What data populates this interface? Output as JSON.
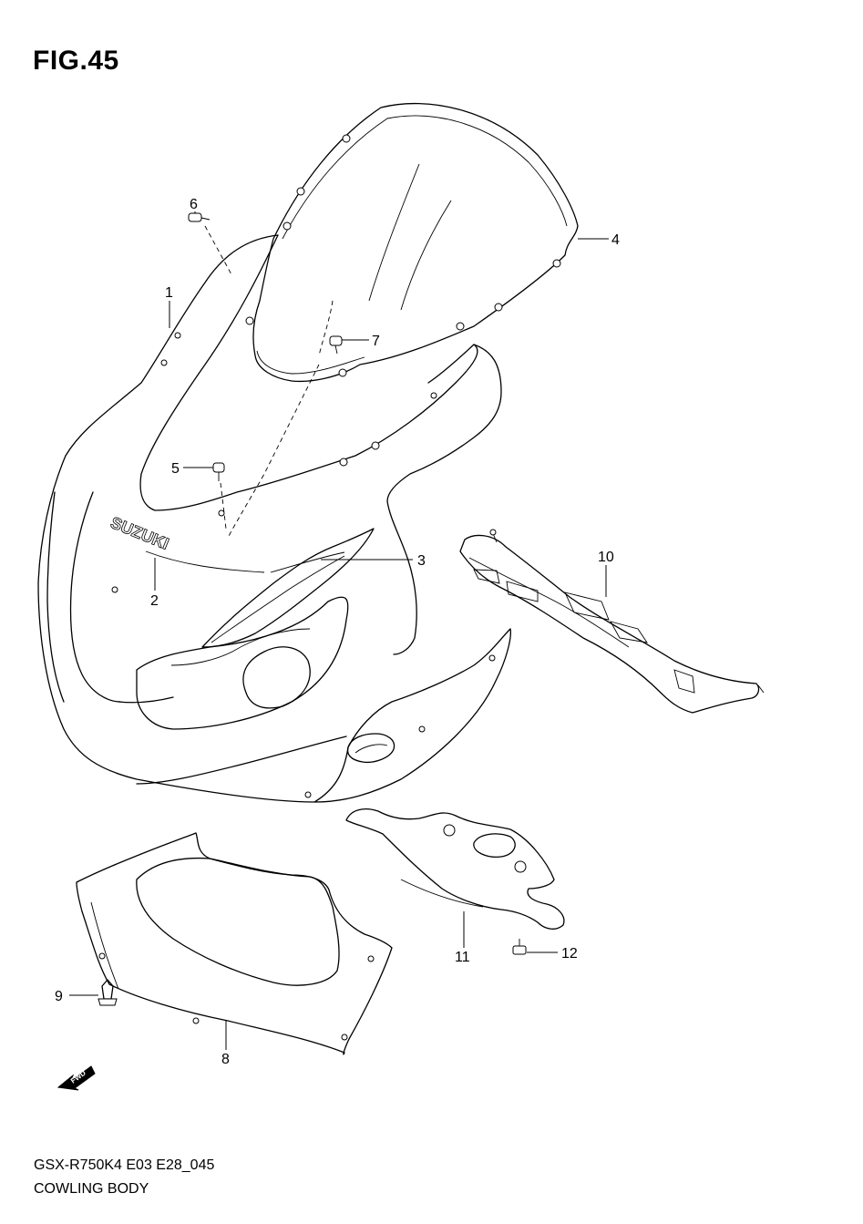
{
  "figure": {
    "title": "FIG.45"
  },
  "footer": {
    "model_code": "GSX-R750K4 E03 E28_045",
    "section_name": "COWLING BODY"
  },
  "brand_mark": "SUZUKI",
  "direction_marker": "FWD",
  "callouts": [
    {
      "number": "1"
    },
    {
      "number": "2"
    },
    {
      "number": "3"
    },
    {
      "number": "4"
    },
    {
      "number": "5"
    },
    {
      "number": "6"
    },
    {
      "number": "7"
    },
    {
      "number": "8"
    },
    {
      "number": "9"
    },
    {
      "number": "10"
    },
    {
      "number": "11"
    },
    {
      "number": "12"
    }
  ]
}
